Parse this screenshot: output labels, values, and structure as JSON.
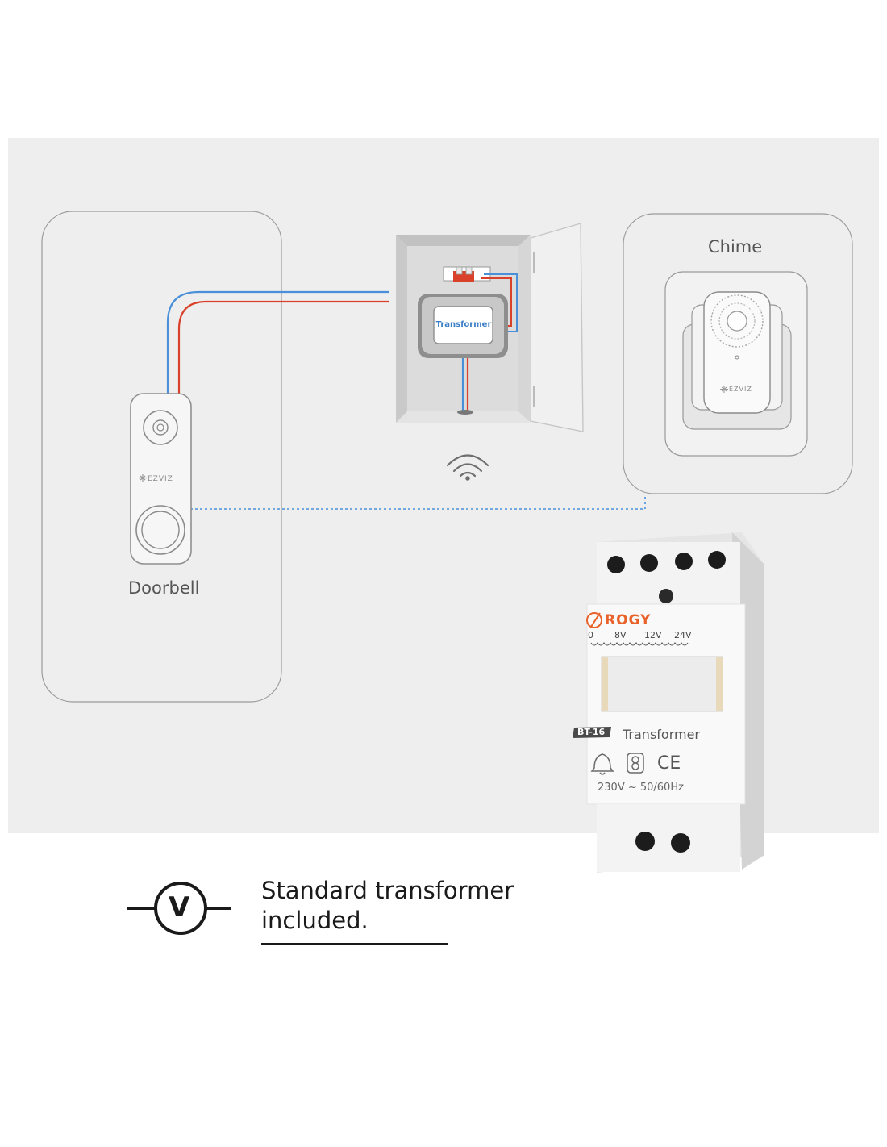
{
  "labels": {
    "chime": "Chime",
    "doorbell": "Doorbell",
    "transformer_box": "Transformer",
    "doorbell_brand": "EZVIZ",
    "chime_brand": "EZVIZ"
  },
  "transformer_device": {
    "brand": "ROGY",
    "voltage_taps": [
      "0",
      "8V",
      "12V",
      "24V"
    ],
    "model": "BT-16",
    "name": "Transformer",
    "rating": "230V ~ 50/60Hz",
    "ce_mark": "CE"
  },
  "feature": {
    "icon": "voltage-icon",
    "icon_letter": "V",
    "line1": "Standard transformer",
    "line2": "included."
  },
  "colors": {
    "wire_red": "#d9412b",
    "wire_blue": "#4a90d9",
    "wireless_link": "#4a90d9",
    "rogy_orange": "#e8622a"
  }
}
